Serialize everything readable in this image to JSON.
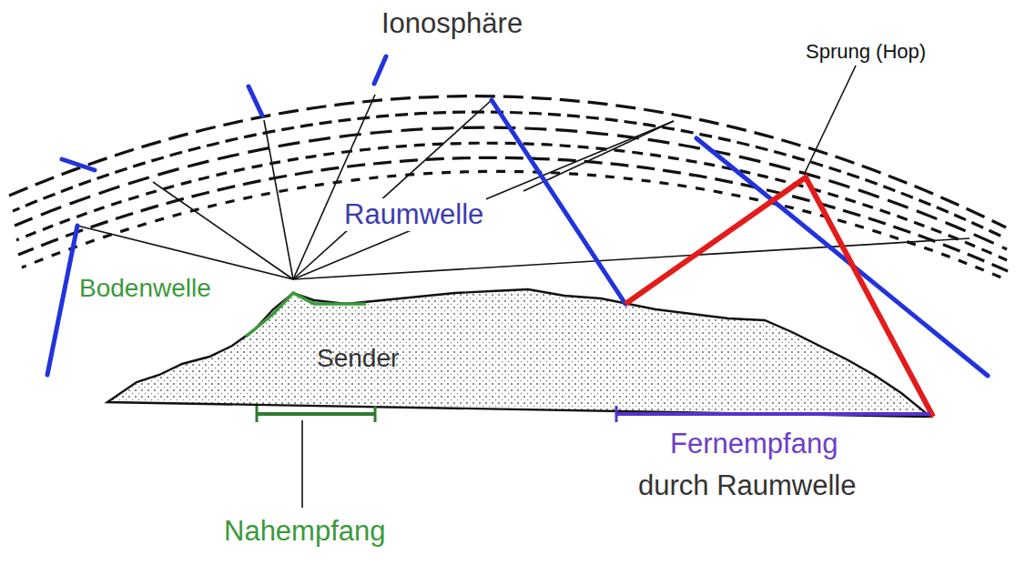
{
  "diagram": {
    "labels": [
      "Ionosphäre",
      "Sprung (Hop)",
      "Raumwelle",
      "Bodenwelle",
      "Sender",
      "Nahempfang",
      "Fernempfang",
      "durch Raumwelle"
    ]
  }
}
